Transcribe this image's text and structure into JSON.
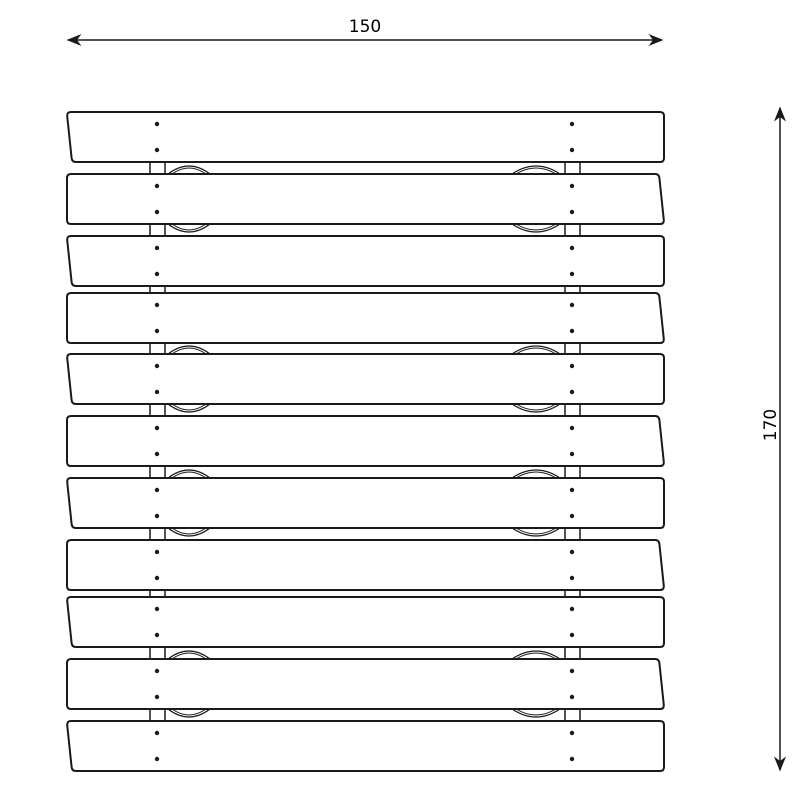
{
  "drawing": {
    "width_label": "150",
    "height_label": "170",
    "plank_count": 11,
    "line_color": "#1a1a1a",
    "background": "#ffffff"
  }
}
